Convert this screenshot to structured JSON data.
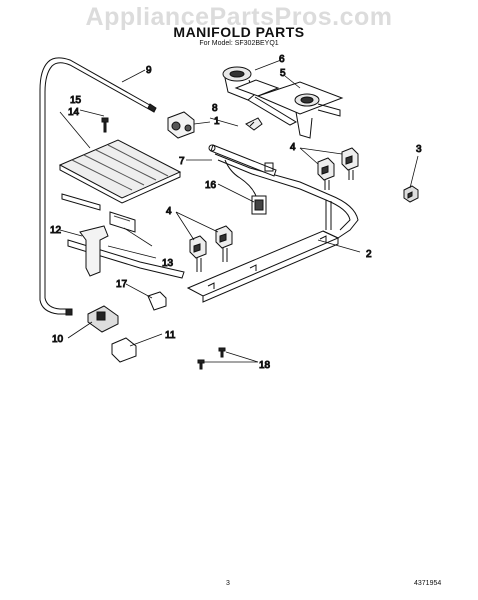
{
  "watermark": "AppliancePartsPros.com",
  "title": "MANIFOLD PARTS",
  "model": "For Model: SF302BEYQ1",
  "page_number": "3",
  "document_number": "4371954",
  "callouts": [
    "1",
    "2",
    "3",
    "4",
    "4",
    "5",
    "6",
    "7",
    "8",
    "9",
    "10",
    "11",
    "12",
    "13",
    "14",
    "15",
    "16",
    "17",
    "18"
  ]
}
